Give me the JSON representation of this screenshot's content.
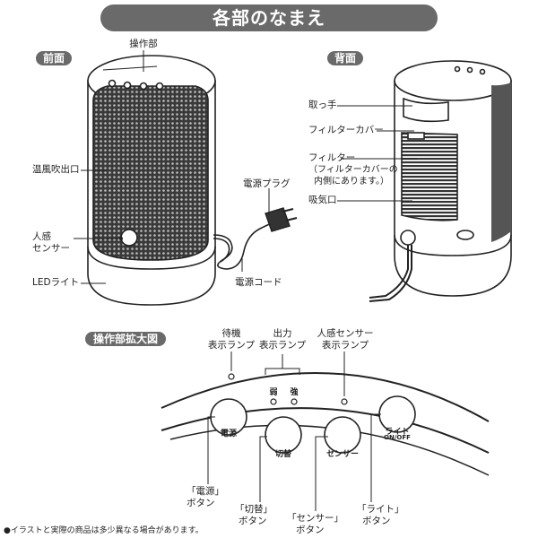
{
  "header": {
    "title": "各部のなまえ"
  },
  "sections": {
    "front": "前面",
    "back": "背面",
    "panel": "操作部拡大図"
  },
  "front_labels": {
    "control": "操作部",
    "vent": "温風吹出口",
    "sensor_line1": "人感",
    "sensor_line2": "センサー",
    "led": "LEDライト",
    "plug": "電源プラグ",
    "cord": "電源コード"
  },
  "back_labels": {
    "handle": "取っ手",
    "filter_cover": "フィルターカバー",
    "filter": "フィルター",
    "filter_note1": "（フィルターカバーの",
    "filter_note2": "内側にあります。）",
    "intake": "吸気口"
  },
  "panel_labels": {
    "standby_1": "待機",
    "standby_2": "表示ランプ",
    "output_1": "出力",
    "output_2": "表示ランプ",
    "weak": "弱",
    "strong": "強",
    "sensor_1": "人感センサー",
    "sensor_2": "表示ランプ",
    "btn_power": "電源",
    "btn_switch": "切替",
    "btn_sensor": "センサー",
    "btn_light": "ライト",
    "btn_light_sub": "ON/OFF",
    "call_power_1": "「電源」",
    "call_power_2": "ボタン",
    "call_switch_1": "「切替」",
    "call_switch_2": "ボタン",
    "call_sensor_1": "「センサー」",
    "call_sensor_2": "ボタン",
    "call_light_1": "「ライト」",
    "call_light_2": "ボタン"
  },
  "footnote": "●イラストと実際の商品は多少異なる場合があります。",
  "colors": {
    "banner": "#6a6a6a",
    "line": "#222222"
  }
}
